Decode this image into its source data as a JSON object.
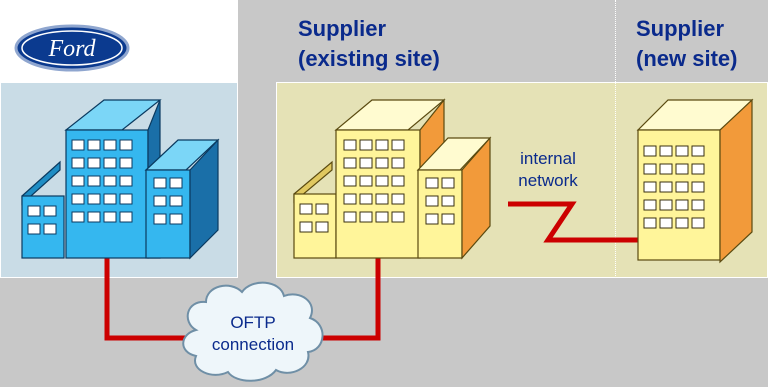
{
  "ford": {
    "logo_text": "Ford"
  },
  "supplier_existing": {
    "title": "Supplier\n(existing site)"
  },
  "supplier_new": {
    "title": "Supplier\n(new site)"
  },
  "links": {
    "internal": "internal\nnetwork",
    "oftp": "OFTP\nconnection"
  },
  "colors": {
    "ford_building": "#35b7ef",
    "supplier_building": "#fff59a",
    "supplier_side": "#f29a3a",
    "link_line": "#cc0000",
    "heading_text": "#0a2a8c"
  }
}
